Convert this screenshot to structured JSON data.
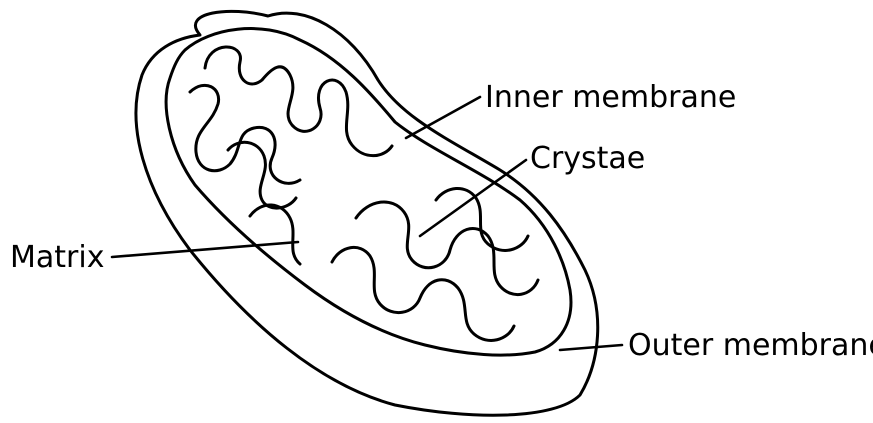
{
  "diagram": {
    "labels": {
      "inner_membrane": "Inner membrane",
      "cristae": "Crystae",
      "matrix": "Matrix",
      "outer_membrane": "Outer membrane"
    },
    "line_color": "#000000",
    "background": "#ffffff"
  }
}
